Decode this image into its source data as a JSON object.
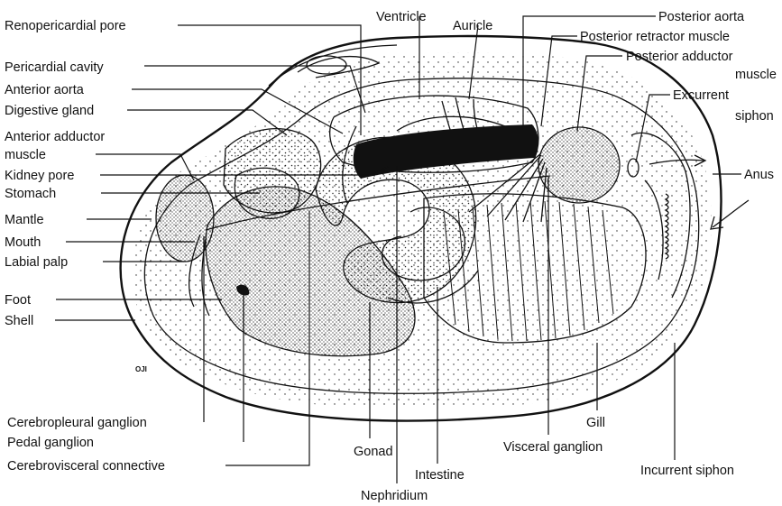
{
  "labels": {
    "renopericardial_pore": "Renopericardial pore",
    "pericardial_cavity": "Pericardial cavity",
    "anterior_aorta": "Anterior aorta",
    "digestive_gland": "Digestive gland",
    "anterior_adductor_1": "Anterior adductor",
    "anterior_adductor_2": "muscle",
    "kidney_pore": "Kidney pore",
    "stomach": "Stomach",
    "mantle": "Mantle",
    "mouth": "Mouth",
    "labial_palp": "Labial palp",
    "foot": "Foot",
    "shell": "Shell",
    "ventricle": "Ventricle",
    "auricle": "Auricle",
    "posterior_aorta": "Posterior aorta",
    "posterior_retractor": "Posterior retractor muscle",
    "posterior_adductor_1": "Posterior adductor",
    "posterior_adductor_2": "muscle",
    "excurrent_1": "Excurrent",
    "excurrent_2": "siphon",
    "anus": "Anus",
    "cerebropleural_ganglion": "Cerebropleural ganglion",
    "pedal_ganglion": "Pedal ganglion",
    "cerebrovisceral_connective": "Cerebrovisceral connective",
    "gonad": "Gonad",
    "intestine": "Intestine",
    "nephridium": "Nephridium",
    "visceral_ganglion": "Visceral ganglion",
    "gill": "Gill",
    "incurrent_siphon": "Incurrent siphon",
    "artist_signature": "OJI"
  }
}
